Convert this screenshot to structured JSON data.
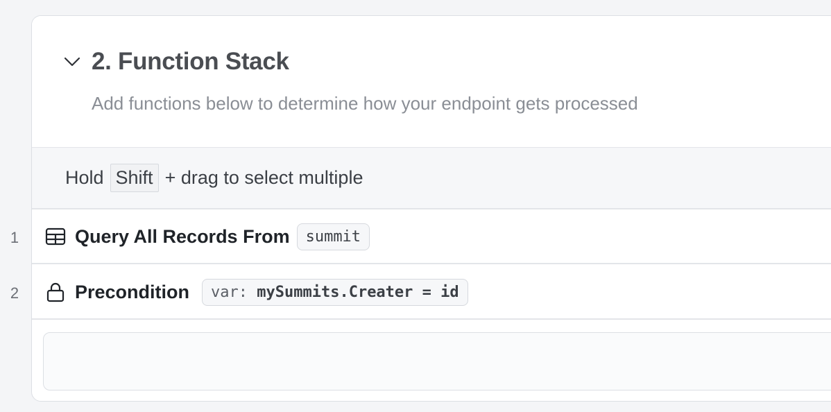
{
  "section": {
    "title": "2. Function Stack",
    "subtitle": "Add functions below to determine how your endpoint gets processed"
  },
  "hint": {
    "before": "Hold",
    "key": "Shift",
    "after": "+ drag to select multiple"
  },
  "functions": [
    {
      "line": "1",
      "icon": "table-icon",
      "title": "Query All Records From",
      "chip": "summit"
    },
    {
      "line": "2",
      "icon": "lock-icon",
      "title": "Precondition",
      "chip_prefix": "var:",
      "chip_expr": "mySummits.Creater = id"
    }
  ]
}
